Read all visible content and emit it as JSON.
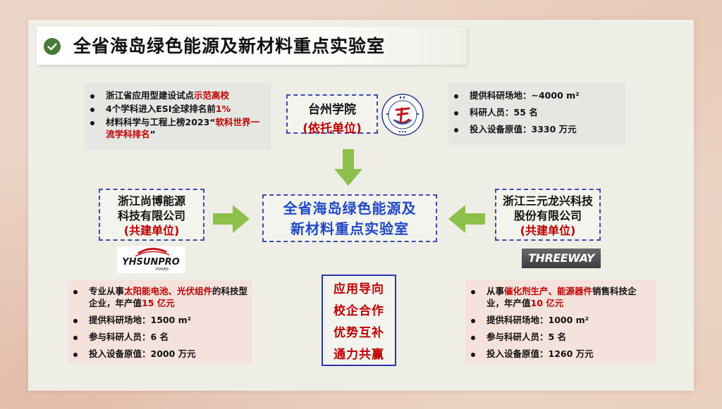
{
  "title": "全省海岛绿色能源及新材料重点实验室",
  "university": {
    "name": "台州学院",
    "role": "(依托单位)",
    "highlights": [
      {
        "parts": [
          {
            "t": "浙江省应用型建设试点"
          },
          {
            "t": "示范高校",
            "hl": true
          }
        ]
      },
      {
        "parts": [
          {
            "t": "4个学科进入ESI全球排名前"
          },
          {
            "t": "1%",
            "hl": true
          }
        ]
      },
      {
        "parts": [
          {
            "t": "材料科学与工程上榜2023“"
          },
          {
            "t": "软科世界一流学科排名",
            "hl": true
          },
          {
            "t": "”"
          }
        ]
      }
    ],
    "stats": [
      {
        "parts": [
          {
            "t": "提供科研场地：~4000 m²"
          }
        ]
      },
      {
        "parts": [
          {
            "t": "科研人员：55 名"
          }
        ]
      },
      {
        "parts": [
          {
            "t": "投入设备原值：3330 万元"
          }
        ]
      }
    ]
  },
  "center": {
    "line1": "全省海岛绿色能源及",
    "line2": "新材料重点实验室"
  },
  "partner_left": {
    "line1": "浙江尚博能源",
    "line2": "科技有限公司",
    "role": "(共建单位)",
    "logo_text": "YHSUNPRO",
    "logo_sub": "POWER",
    "details": [
      {
        "parts": [
          {
            "t": "专业从事"
          },
          {
            "t": "太阳能电池、光伏组件",
            "hl": true
          },
          {
            "t": "的科技型企业，年产值"
          },
          {
            "t": "15 亿元",
            "hl": true
          }
        ]
      },
      {
        "parts": [
          {
            "t": "提供科研场地：1500 m²"
          }
        ]
      },
      {
        "parts": [
          {
            "t": "参与科研人员：6 名"
          }
        ]
      },
      {
        "parts": [
          {
            "t": "投入设备原值：2000 万元"
          }
        ]
      }
    ]
  },
  "partner_right": {
    "line1": "浙江三元龙兴科技",
    "line2": "股份有限公司",
    "role": "(共建单位)",
    "logo_text": "THREEWAY",
    "details": [
      {
        "parts": [
          {
            "t": "从事"
          },
          {
            "t": "催化剂生产、能源器件",
            "hl": true
          },
          {
            "t": "销售科技企业，年产值"
          },
          {
            "t": "10 亿元",
            "hl": true
          }
        ]
      },
      {
        "parts": [
          {
            "t": "提供科研场地：1000 m²"
          }
        ]
      },
      {
        "parts": [
          {
            "t": "参与科研人员：5 名"
          }
        ]
      },
      {
        "parts": [
          {
            "t": "投入设备原值：1260 万元"
          }
        ]
      }
    ]
  },
  "slogans": [
    "应用导向",
    "校企合作",
    "优势互补",
    "通力共赢"
  ],
  "colors": {
    "highlight": "#c00000",
    "center_text": "#1f48c8",
    "arrow": "#8dc04a",
    "dashed_border": "#3b4bb0"
  }
}
